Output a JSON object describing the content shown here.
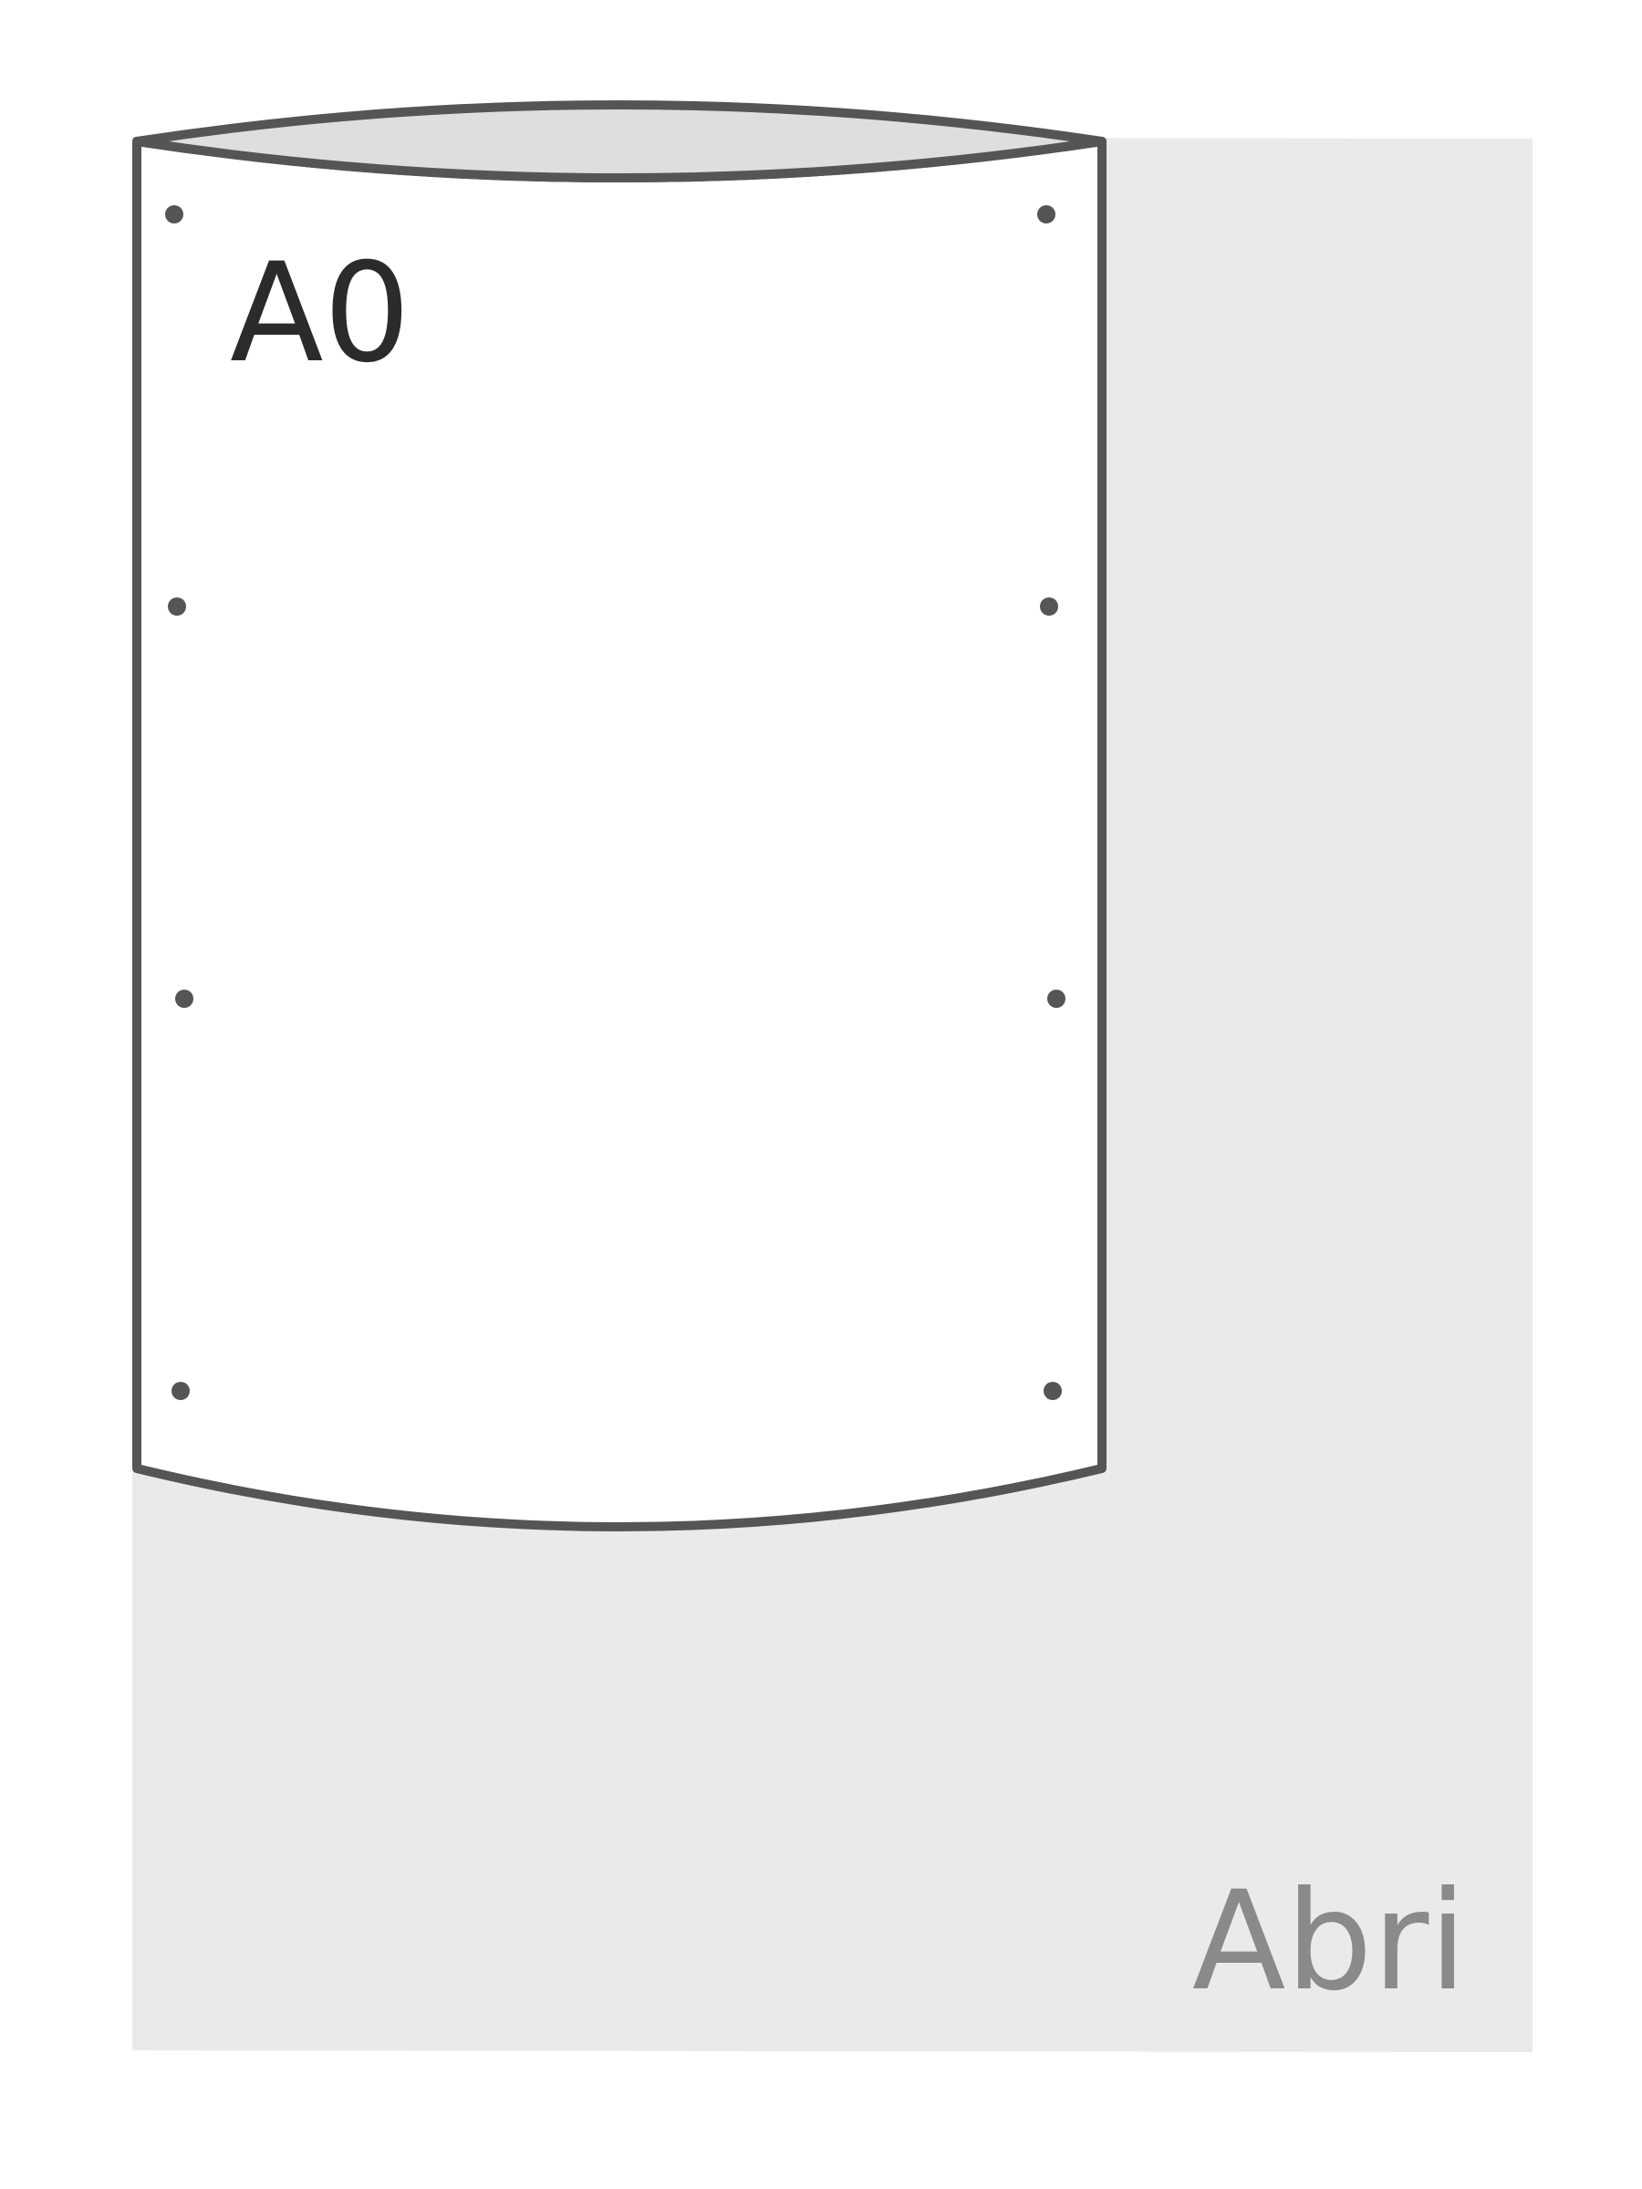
{
  "poster": {
    "label": "A0"
  },
  "shelter": {
    "label": "Abri"
  },
  "colors": {
    "background": "#ffffff",
    "shelter_fill": "#eaeaea",
    "outline": "#555555",
    "top_rim_fill": "#dedede",
    "poster_label": "#2b2b2b",
    "shelter_label": "#8a8a8a"
  },
  "fasteners": {
    "count_per_side": 4
  }
}
